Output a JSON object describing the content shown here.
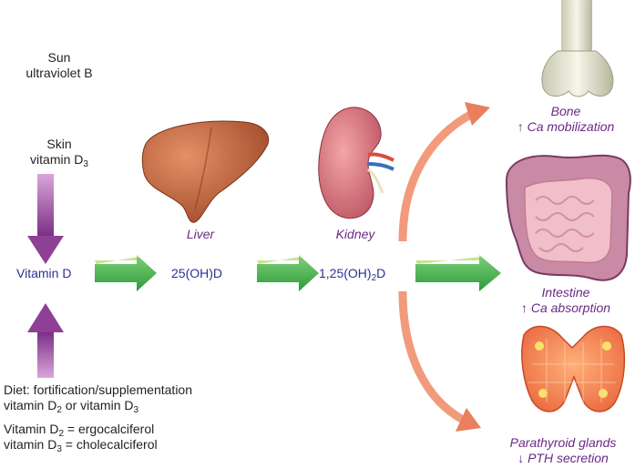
{
  "sun": {
    "line1": "Sun",
    "line2": "ultraviolet B"
  },
  "skin": {
    "line1": "Skin",
    "line2_pre": "vitamin D",
    "line2_sub": "3"
  },
  "vitamin_d": "Vitamin D",
  "liver": {
    "label": "Liver",
    "product": "25(OH)D"
  },
  "kidney": {
    "label": "Kidney",
    "product_pre": "1,25(OH)",
    "product_sub": "2",
    "product_post": "D"
  },
  "diet": {
    "line1": "Diet: fortification/supplementation",
    "line2_a": "vitamin D",
    "line2_sub_a": "2",
    "line2_b": " or vitamin D",
    "line2_sub_b": "3"
  },
  "definitions": {
    "d2_pre": "Vitamin D",
    "d2_sub": "2",
    "d2_post": " = ergocalciferol",
    "d3_pre": "vitamin D",
    "d3_sub": "3",
    "d3_post": " = cholecalciferol"
  },
  "targets": {
    "bone": {
      "label": "Bone",
      "effect": "↑ Ca mobilization"
    },
    "intestine": {
      "label": "Intestine",
      "effect": "↑ Ca absorption"
    },
    "parathyroid": {
      "label": "Parathyroid glands",
      "effect": "↓ PTH secretion"
    }
  },
  "colors": {
    "purple_arrow": "#8e3f96",
    "green_arrow": "#3fb549",
    "salmon_arrow": "#f29a7c",
    "label_purple": "#6a2a84",
    "label_blue": "#2e3192"
  }
}
